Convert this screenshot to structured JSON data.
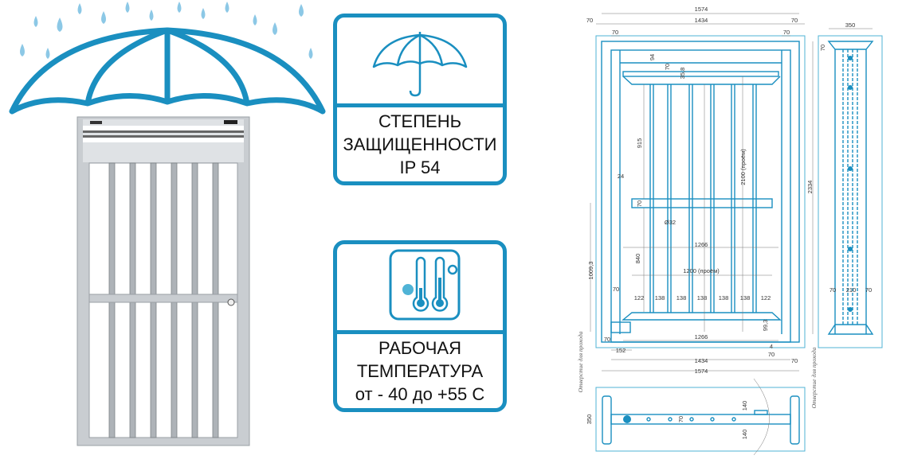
{
  "colors": {
    "accent": "#1a8fc0",
    "door_frame": "#c9cdd1",
    "text": "#111111"
  },
  "panels": [
    {
      "icon": "umbrella-icon",
      "lines": [
        "СТЕПЕНЬ",
        "ЗАЩИЩЕННОСТИ",
        "IP 54"
      ]
    },
    {
      "icon": "thermometers-icon",
      "lines": [
        "РАБОЧАЯ",
        "ТЕМПЕРАТУРА",
        "от - 40 до +55  С"
      ]
    }
  ],
  "drawing": {
    "front": {
      "overall_width": "1574",
      "left_70": "70",
      "frame_width": "1434",
      "right_70": "70",
      "post_left": "70",
      "post_right": "70",
      "d94": "94",
      "d70_top": "70",
      "d35_8": "35,8",
      "d915": "915",
      "opening_height": "2100 (проём)",
      "d24": "24",
      "d70_rail": "70",
      "bar_diameter": "Ø32",
      "overall_height": "2334",
      "inner_1266_top": "1266",
      "d840": "840",
      "d1009_3": "1009,3",
      "opening_width": "1200 (проём)",
      "d70_left": "70",
      "bar_spacing": [
        "122",
        "138",
        "138",
        "138",
        "138",
        "138",
        "122"
      ],
      "d99_3": "99,3",
      "inner_1266_bottom": "1266",
      "d70_bl": "70",
      "d152": "152",
      "d4": "4",
      "d70_br": "70",
      "bottom_1434": "1434",
      "bottom_70": "70",
      "bottom_1574": "1574"
    },
    "side": {
      "depth": "350",
      "top_70": "70",
      "d70_l": "70",
      "d210": "210",
      "d70_r": "70"
    },
    "plan": {
      "depth": "350",
      "d140_top": "140",
      "d70": "70",
      "d140_bottom": "140"
    },
    "notes": {
      "left": "Отверстие для прохода",
      "right": "Отверстие для прохода"
    }
  }
}
